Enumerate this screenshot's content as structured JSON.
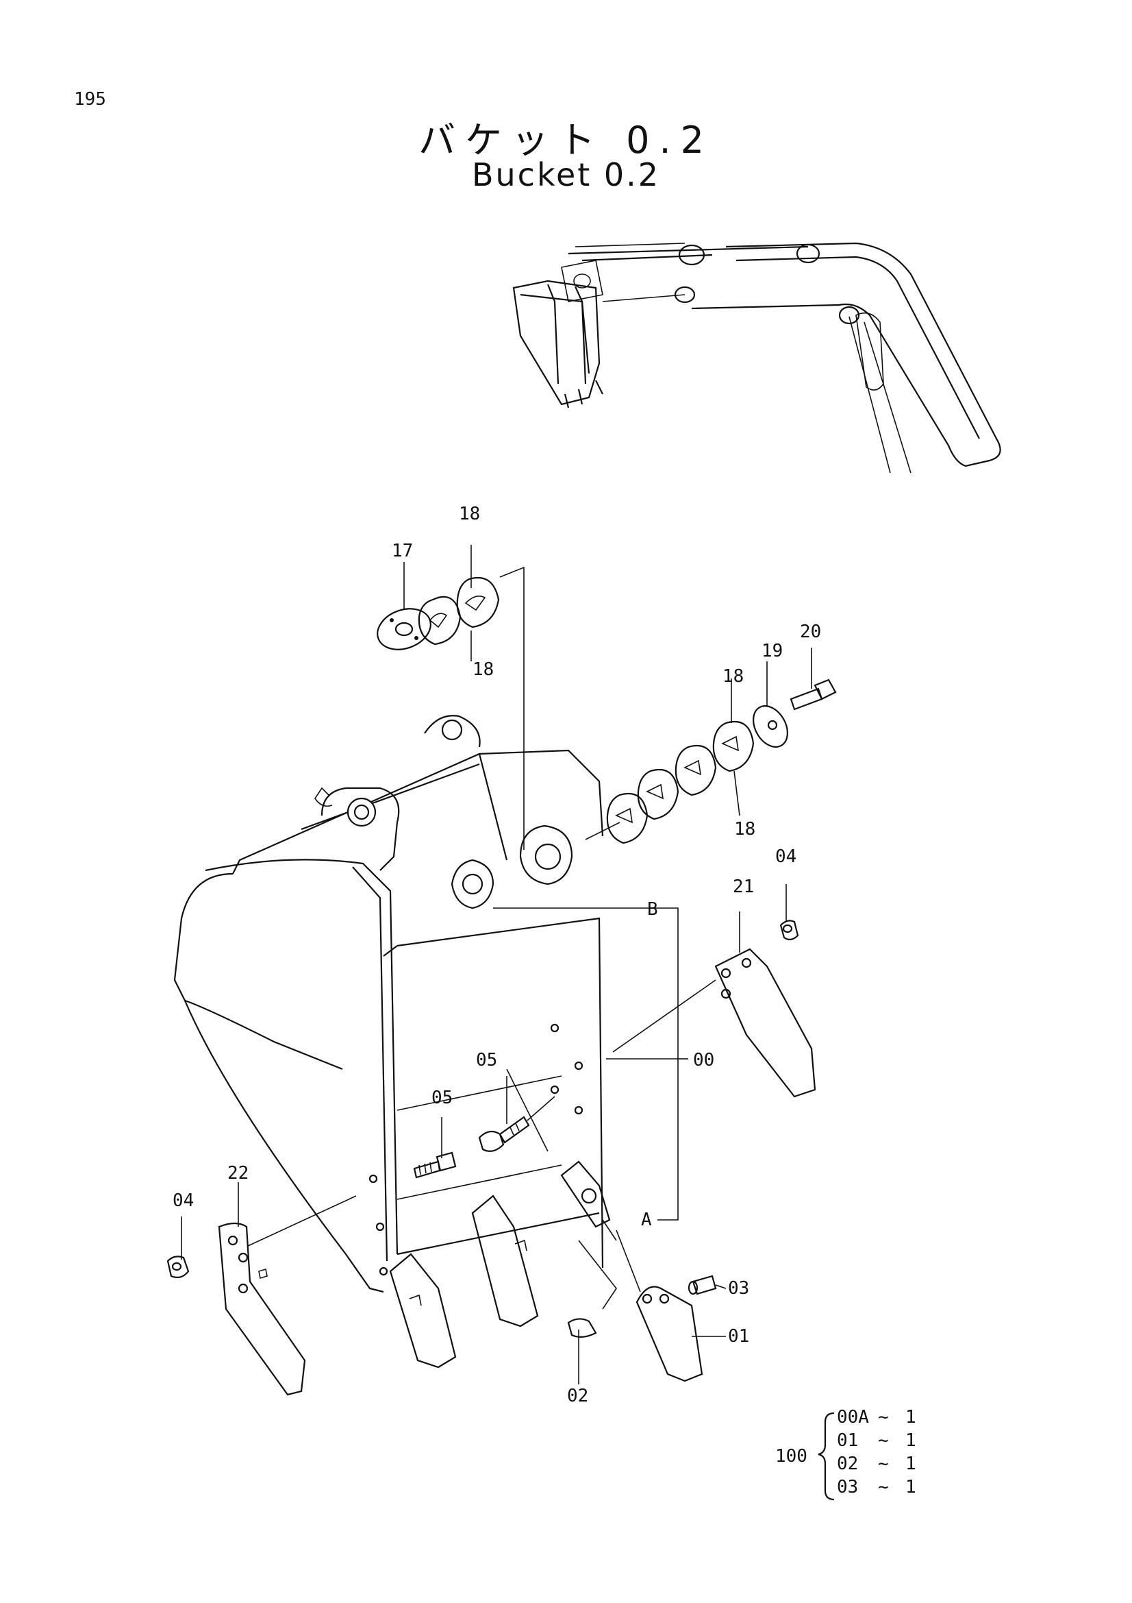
{
  "page_number": "195",
  "title_jp": "バケット 0.2",
  "title_en": "Bucket 0.2",
  "callouts": {
    "c17": "17",
    "c18a": "18",
    "c18b": "18",
    "c20": "20",
    "c19": "19",
    "c18c": "18",
    "c18d": "18",
    "c04a": "04",
    "c21": "21",
    "cB": "B",
    "c00": "00",
    "c05a": "05",
    "c05b": "05",
    "c22": "22",
    "c04b": "04",
    "cA": "A",
    "c03": "03",
    "c01": "01",
    "c02": "02"
  },
  "kit": {
    "number": "100",
    "items": [
      {
        "part": "00A",
        "sep": "~",
        "qty": "1"
      },
      {
        "part": "01",
        "sep": "~",
        "qty": "1"
      },
      {
        "part": "02",
        "sep": "~",
        "qty": "1"
      },
      {
        "part": "03",
        "sep": "~",
        "qty": "1"
      }
    ]
  }
}
